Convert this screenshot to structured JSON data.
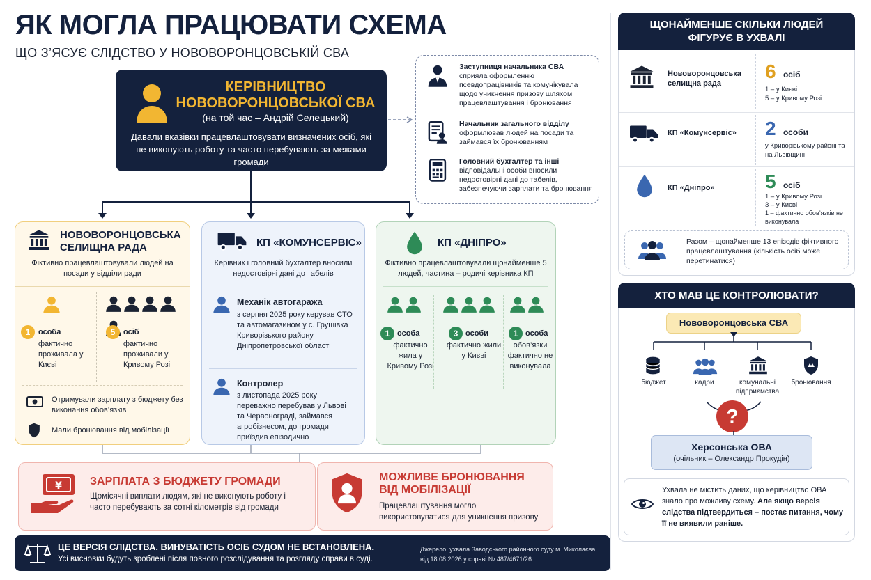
{
  "title": "ЯК МОГЛА ПРАЦЮВАТИ СХЕМА",
  "subtitle": "ЩО З’ЯСУЄ СЛІДСТВО У НОВОВОРОНЦОВСЬКІЙ СВА",
  "leadership": {
    "title": "КЕРІВНИЦТВО НОВОВОРОНЦОВСЬКОЇ СВА",
    "note": "(на той час – Андрій Селецький)",
    "desc": "Давали вказівки працевлаштовувати визначених осіб, які не виконують роботу та часто перебувають за межами громади",
    "icon": "person-icon"
  },
  "officials": [
    {
      "role": "Заступниця начальника СВА",
      "desc": "сприяла оформленню псевдопрацівників та комунікувала щодо уникнення призову шляхом працевлаштування і бронювання",
      "icon": "businesswoman-icon"
    },
    {
      "role": "Начальник загального відділу",
      "desc": "оформлював людей на посади та займався їх бронюванням",
      "icon": "document-person-icon"
    },
    {
      "role": "Головний бухгалтер та інші",
      "desc": "відповідальні особи вносили недостовірні дані до табелів, забезпечуючи зарплати та бронювання",
      "icon": "calculator-icon"
    }
  ],
  "council": {
    "title": "НОВОВОРОНЦОВСЬКА СЕЛИЩНА РАДА",
    "desc": "Фіктивно працевлаштовували людей на посади у відділи ради",
    "stat1": {
      "num": "1",
      "unit": "особа",
      "text": "фактично проживала у Києві"
    },
    "stat2": {
      "num": "5",
      "unit": "осіб",
      "text": "фактично проживали у Кривому Розі"
    },
    "note1": "Отримували зарплату з бюджету без виконання обов’язків",
    "note2": "Мали бронювання від мобілізації",
    "icon": "government-building-icon"
  },
  "komunservis": {
    "title": "КП «КОМУНСЕРВІС»",
    "desc": "Керівник і головний бухгалтер вносили недостовірні дані до табелів",
    "p1": {
      "role": "Механік автогаража",
      "desc": "з серпня 2025 року керував СТО та автомагазином у с. Грушівка Криворізького району Дніпропетровської області"
    },
    "p2": {
      "role": "Контролер",
      "desc": "з листопада 2025 року переважно перебував у Львові та Червонограді, займався агробізнесом, до громади приїздив епізодично"
    },
    "icon": "truck-icon"
  },
  "dnipro": {
    "title": "КП «ДНІПРО»",
    "desc": "Фіктивно працевлаштовували щонайменше 5 людей, частина – родичі керівника КП",
    "s1": {
      "num": "1",
      "unit": "особа",
      "text": "фактично жила у Кривому Розі"
    },
    "s2": {
      "num": "3",
      "unit": "особи",
      "text": "фактично жили у Києві"
    },
    "s3": {
      "num": "1",
      "unit": "особа",
      "text": "обов’язки фактично не виконувала"
    },
    "icon": "water-drop-icon"
  },
  "salary": {
    "title": "ЗАРПЛАТА З БЮДЖЕТУ ГРОМАДИ",
    "desc": "Щомісячні виплати людям, які не виконують роботу і часто перебувають за сотні кілометрів від громади",
    "icon": "money-hand-icon"
  },
  "reservation": {
    "title": "МОЖЛИВЕ БРОНЮВАННЯ ВІД МОБІЛІЗАЦІЇ",
    "desc": "Працевлаштування могло використовуватися для уникнення призову",
    "icon": "shield-person-icon"
  },
  "footer": {
    "headline": "ЦЕ ВЕРСІЯ СЛІДСТВА. ВИНУВАТІСТЬ ОСІБ СУДОМ НЕ ВСТАНОВЛЕНА.",
    "body": "Усі висновки будуть зроблені після повного розслідування та розгляду справи в суді.",
    "source": "Джерело: ухвала Заводського районного суду м. Миколаєва від 18.08.2026 у справі № 487/4671/26",
    "icon": "scales-icon"
  },
  "people_panel": {
    "title": "ЩОНАЙМЕНШЕ СКІЛЬКИ ЛЮДЕЙ ФІГУРУЄ В УХВАЛІ",
    "rows": [
      {
        "name": "Нововоронцовська селищна рада",
        "num": "6",
        "unit": "осіб",
        "details": [
          "1 – у Києві",
          "5 – у Кривому Розі"
        ],
        "color": "#e0a020"
      },
      {
        "name": "КП «Комунсервіс»",
        "num": "2",
        "unit": "особи",
        "details": [
          "у Криворізькому районі та на Львівщині"
        ],
        "color": "#3a67b0"
      },
      {
        "name": "КП «Дніпро»",
        "num": "5",
        "unit": "осіб",
        "details": [
          "1 – у Кривому Розі",
          "3 – у Києві",
          "1 – фактично обов’язків не виконувала"
        ],
        "color": "#2e8b57"
      }
    ],
    "total": "Разом – щонайменше 13 епізодів фіктивного працевлаштування (кількість осіб може перетинатися)"
  },
  "control_panel": {
    "title": "ХТО МАВ ЦЕ КОНТРОЛЮВАТИ?",
    "top": "Нововоронцовська СВА",
    "items": [
      {
        "label": "бюджет",
        "icon": "coins-icon"
      },
      {
        "label": "кадри",
        "icon": "people-icon"
      },
      {
        "label": "комунальні підприємства",
        "icon": "building-icon"
      },
      {
        "label": "бронювання",
        "icon": "shield-icon"
      }
    ],
    "mark": "?",
    "ova": "Херсонська ОВА",
    "ova_head": "(очільник – Олександр Прокудін)",
    "note": "Ухвала не містить даних, що керівництво ОВА знало про можливу схему.",
    "note_bold": "Але якщо версія слідства підтвердиться – постає питання, чому її не виявили раніше."
  },
  "colors": {
    "navy": "#14213d",
    "yellow": "#f2b632",
    "red": "#c73a33",
    "green": "#2e8b57",
    "blue": "#3a67b0"
  }
}
